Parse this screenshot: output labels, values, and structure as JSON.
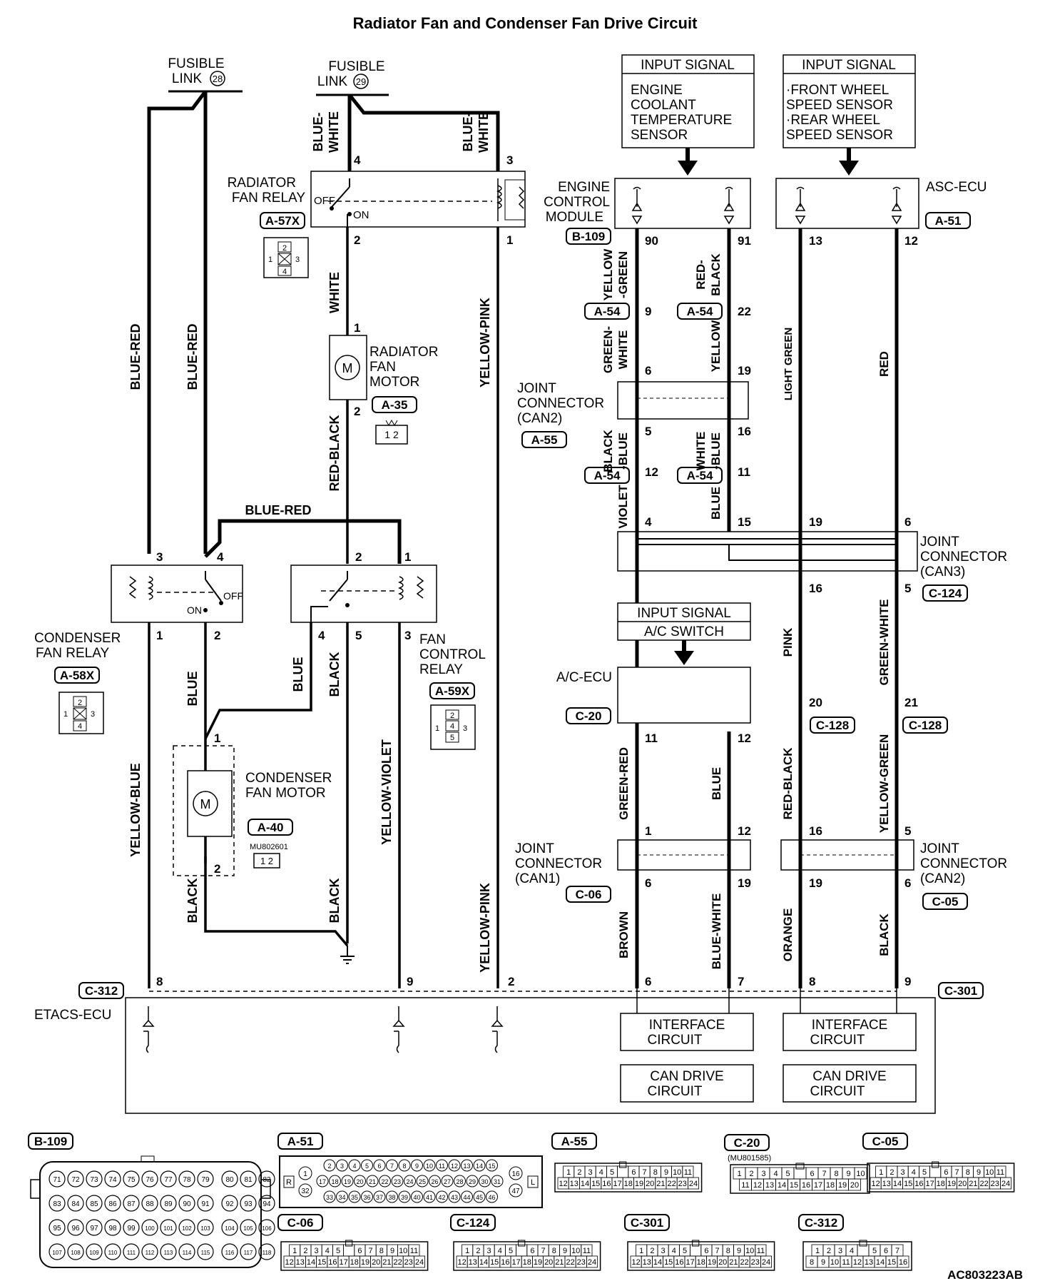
{
  "title": "Radiator Fan and Condenser Fan Drive Circuit",
  "figure_code": "AC803223AB",
  "labels": {
    "fusible_link_28": [
      "FUSIBLE",
      "LINK"
    ],
    "fusible_link_28_num": "28",
    "fusible_link_29": [
      "FUSIBLE",
      "LINK"
    ],
    "fusible_link_29_num": "29",
    "radiator_fan_relay": [
      "RADIATOR",
      "FAN RELAY"
    ],
    "radiator_fan_motor": [
      "RADIATOR",
      "FAN",
      "MOTOR"
    ],
    "condenser_fan_relay": [
      "CONDENSER",
      "FAN RELAY"
    ],
    "condenser_fan_motor": [
      "CONDENSER",
      "FAN MOTOR"
    ],
    "fan_control_relay": [
      "FAN",
      "CONTROL",
      "RELAY"
    ],
    "engine_control_module": [
      "ENGINE",
      "CONTROL",
      "MODULE"
    ],
    "asc_ecu": "ASC-ECU",
    "ac_ecu": "A/C-ECU",
    "etacs_ecu": "ETACS-ECU",
    "joint_can2_top": [
      "JOINT",
      "CONNECTOR",
      "(CAN2)"
    ],
    "joint_can3": [
      "JOINT",
      "CONNECTOR",
      "(CAN3)"
    ],
    "joint_can1": [
      "JOINT",
      "CONNECTOR",
      "(CAN1)"
    ],
    "joint_can2_bottom": [
      "JOINT",
      "CONNECTOR",
      "(CAN2)"
    ],
    "input_signal_1_title": "INPUT SIGNAL",
    "input_signal_1_body": [
      "ENGINE",
      "COOLANT",
      "TEMPERATURE",
      "SENSOR"
    ],
    "input_signal_2_title": "INPUT SIGNAL",
    "input_signal_2_body": [
      "·FRONT WHEEL",
      " SPEED SENSOR",
      "·REAR WHEEL",
      " SPEED SENSOR"
    ],
    "input_signal_3_title": "INPUT SIGNAL",
    "input_signal_3_body": "A/C SWITCH",
    "interface_circuit": [
      "INTERFACE",
      "CIRCUIT"
    ],
    "can_drive_circuit": [
      "CAN DRIVE",
      "CIRCUIT"
    ],
    "off": "OFF",
    "on": "ON",
    "mu802601": "MU802601",
    "mu801585": "(MU801585)"
  },
  "connectors": {
    "a57x": "A-57X",
    "a35": "A-35",
    "a58x": "A-58X",
    "a40": "A-40",
    "a59x": "A-59X",
    "b109": "B-109",
    "a54": "A-54",
    "a55": "A-55",
    "a51": "A-51",
    "c124": "C-124",
    "c20": "C-20",
    "c128": "C-128",
    "c06": "C-06",
    "c05": "C-05",
    "c312": "C-312",
    "c301": "C-301"
  },
  "wires": {
    "blue_red": "BLUE-RED",
    "blue_white": "BLUE-WHITE",
    "blue_white_split": [
      "BLUE-",
      "WHITE"
    ],
    "white": "WHITE",
    "red_black": "RED-BLACK",
    "yellow_pink": "YELLOW-PINK",
    "yellow_blue": "YELLOW-BLUE",
    "yellow_violet": "YELLOW-VIOLET",
    "blue": "BLUE",
    "black": "BLACK",
    "yellow_green_split": [
      "YELLOW",
      "-GREEN"
    ],
    "red_black_split": [
      "RED-",
      "BLACK"
    ],
    "green_white_split": [
      "GREEN-",
      "WHITE"
    ],
    "yellow": "YELLOW",
    "black_blue_split": [
      "BLACK",
      "-BLUE"
    ],
    "white_blue_split": [
      "WHITE",
      "-BLUE"
    ],
    "violet": "VIOLET",
    "light_green": "LIGHT GREEN",
    "red": "RED",
    "pink": "PINK",
    "green_white": "GREEN-WHITE",
    "green_red": "GREEN-RED",
    "yellow_green": "YELLOW-GREEN",
    "brown": "BROWN",
    "orange": "ORANGE"
  },
  "pins": {
    "p4": "4",
    "p3": "3",
    "p2": "2",
    "p1": "1",
    "p5": "5",
    "p6": "6",
    "p7": "7",
    "p8": "8",
    "p9": "9",
    "p90": "90",
    "p91": "91",
    "p13": "13",
    "p12": "12",
    "p22": "22",
    "p19": "19",
    "p16": "16",
    "p11": "11",
    "p15": "15",
    "p20": "20",
    "p21": "21"
  },
  "legend": {
    "b109_rows": [
      [
        "71",
        "72",
        "73",
        "74",
        "75",
        "76",
        "77",
        "78",
        "79",
        "80",
        "81",
        "82"
      ],
      [
        "83",
        "84",
        "85",
        "86",
        "87",
        "88",
        "89",
        "90",
        "91",
        "92",
        "93",
        "94"
      ],
      [
        "95",
        "96",
        "97",
        "98",
        "99",
        "100",
        "101",
        "102",
        "103",
        "104",
        "105",
        "106"
      ],
      [
        "107",
        "108",
        "109",
        "110",
        "111",
        "112",
        "113",
        "114",
        "115",
        "116",
        "117",
        "118"
      ]
    ],
    "a51_top": [
      "2",
      "3",
      "4",
      "5",
      "6",
      "7",
      "8",
      "9",
      "10",
      "11",
      "12",
      "13",
      "14",
      "15"
    ],
    "a51_mid": [
      "17",
      "18",
      "19",
      "20",
      "21",
      "22",
      "23",
      "24",
      "25",
      "26",
      "27",
      "28",
      "29",
      "30",
      "31"
    ],
    "a51_bot": [
      "33",
      "34",
      "35",
      "36",
      "37",
      "38",
      "39",
      "40",
      "41",
      "42",
      "43",
      "44",
      "45",
      "46"
    ],
    "a51_side": [
      "R",
      "1",
      "32",
      "16",
      "47",
      "L"
    ],
    "std24_top": [
      "1",
      "2",
      "3",
      "4",
      "5",
      "",
      "6",
      "7",
      "8",
      "9",
      "10",
      "11"
    ],
    "std24_bot": [
      "12",
      "13",
      "14",
      "15",
      "16",
      "17",
      "18",
      "19",
      "20",
      "21",
      "22",
      "23",
      "24"
    ],
    "c20_top": [
      "1",
      "2",
      "3",
      "4",
      "5",
      "",
      "6",
      "7",
      "8",
      "9",
      "10"
    ],
    "c20_bot": [
      "11",
      "12",
      "13",
      "14",
      "15",
      "16",
      "17",
      "18",
      "19",
      "20"
    ],
    "c312_top": [
      "1",
      "2",
      "3",
      "4",
      "",
      "5",
      "6",
      "7"
    ],
    "c312_bot": [
      "8",
      "9",
      "10",
      "11",
      "12",
      "13",
      "14",
      "15",
      "16"
    ]
  }
}
